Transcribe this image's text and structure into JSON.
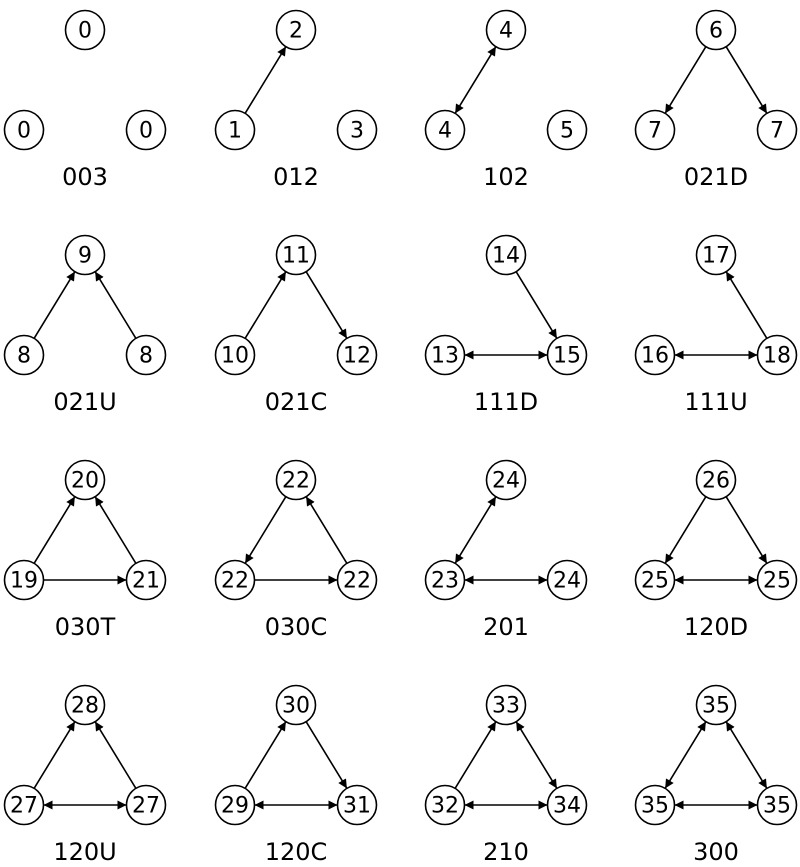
{
  "triads": [
    {
      "code": "003",
      "nodes": [
        "0",
        "0",
        "0"
      ],
      "edges": []
    },
    {
      "code": "012",
      "nodes": [
        "2",
        "1",
        "3"
      ],
      "edges": [
        [
          "bl",
          "top",
          "single"
        ]
      ]
    },
    {
      "code": "102",
      "nodes": [
        "4",
        "4",
        "5"
      ],
      "edges": [
        [
          "bl",
          "top",
          "double"
        ]
      ]
    },
    {
      "code": "021D",
      "nodes": [
        "6",
        "7",
        "7"
      ],
      "edges": [
        [
          "top",
          "bl",
          "single"
        ],
        [
          "top",
          "br",
          "single"
        ]
      ]
    },
    {
      "code": "021U",
      "nodes": [
        "9",
        "8",
        "8"
      ],
      "edges": [
        [
          "bl",
          "top",
          "single"
        ],
        [
          "br",
          "top",
          "single"
        ]
      ]
    },
    {
      "code": "021C",
      "nodes": [
        "11",
        "10",
        "12"
      ],
      "edges": [
        [
          "bl",
          "top",
          "single"
        ],
        [
          "top",
          "br",
          "single"
        ]
      ]
    },
    {
      "code": "111D",
      "nodes": [
        "14",
        "13",
        "15"
      ],
      "edges": [
        [
          "top",
          "br",
          "single"
        ],
        [
          "bl",
          "br",
          "double"
        ]
      ]
    },
    {
      "code": "111U",
      "nodes": [
        "17",
        "16",
        "18"
      ],
      "edges": [
        [
          "br",
          "top",
          "single"
        ],
        [
          "bl",
          "br",
          "double"
        ]
      ]
    },
    {
      "code": "030T",
      "nodes": [
        "20",
        "19",
        "21"
      ],
      "edges": [
        [
          "bl",
          "top",
          "single"
        ],
        [
          "br",
          "top",
          "single"
        ],
        [
          "bl",
          "br",
          "single"
        ]
      ]
    },
    {
      "code": "030C",
      "nodes": [
        "22",
        "22",
        "22"
      ],
      "edges": [
        [
          "top",
          "bl",
          "single"
        ],
        [
          "br",
          "top",
          "single"
        ],
        [
          "bl",
          "br",
          "single"
        ]
      ]
    },
    {
      "code": "201",
      "nodes": [
        "24",
        "23",
        "24"
      ],
      "edges": [
        [
          "bl",
          "top",
          "double"
        ],
        [
          "bl",
          "br",
          "double"
        ]
      ]
    },
    {
      "code": "120D",
      "nodes": [
        "26",
        "25",
        "25"
      ],
      "edges": [
        [
          "top",
          "bl",
          "single"
        ],
        [
          "top",
          "br",
          "single"
        ],
        [
          "bl",
          "br",
          "double"
        ]
      ]
    },
    {
      "code": "120U",
      "nodes": [
        "28",
        "27",
        "27"
      ],
      "edges": [
        [
          "bl",
          "top",
          "single"
        ],
        [
          "br",
          "top",
          "single"
        ],
        [
          "bl",
          "br",
          "double"
        ]
      ]
    },
    {
      "code": "120C",
      "nodes": [
        "30",
        "29",
        "31"
      ],
      "edges": [
        [
          "bl",
          "top",
          "single"
        ],
        [
          "top",
          "br",
          "single"
        ],
        [
          "bl",
          "br",
          "double"
        ]
      ]
    },
    {
      "code": "210",
      "nodes": [
        "33",
        "32",
        "34"
      ],
      "edges": [
        [
          "bl",
          "top",
          "single"
        ],
        [
          "top",
          "br",
          "double"
        ],
        [
          "bl",
          "br",
          "double"
        ]
      ]
    },
    {
      "code": "300",
      "nodes": [
        "35",
        "35",
        "35"
      ],
      "edges": [
        [
          "bl",
          "top",
          "double"
        ],
        [
          "top",
          "br",
          "double"
        ],
        [
          "bl",
          "br",
          "double"
        ]
      ]
    }
  ]
}
